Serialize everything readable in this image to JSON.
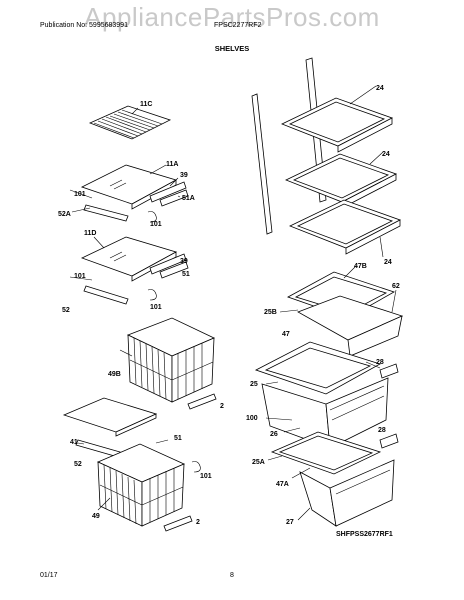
{
  "watermark": "AppliancePartsPros.com",
  "header": {
    "publication": "Publication No: 5995683991",
    "model": "FPSC2277RF2"
  },
  "section_title": "SHELVES",
  "footer": {
    "date": "01/17",
    "page": "8"
  },
  "diagram_code": "SHFPSS2677RF1",
  "callouts": {
    "c11C": "11C",
    "c11A": "11A",
    "c39a": "39",
    "c101a": "101",
    "c51A": "51A",
    "c52A": "52A",
    "c101b": "101",
    "c11D": "11D",
    "c39b": "39",
    "c101c": "101",
    "c51": "51",
    "c52": "52",
    "c101d": "101",
    "c49B": "49B",
    "c2a": "2",
    "c41": "41",
    "c51b": "51",
    "c52b": "52",
    "c101e": "101",
    "c49": "49",
    "c2b": "2",
    "c24a": "24",
    "c24b": "24",
    "c24c": "24",
    "c47B": "47B",
    "c62": "62",
    "c25B": "25B",
    "c47": "47",
    "c28a": "28",
    "c25": "25",
    "c100": "100",
    "c26": "26",
    "c28b": "28",
    "c25A": "25A",
    "c47A": "47A",
    "c27": "27"
  }
}
